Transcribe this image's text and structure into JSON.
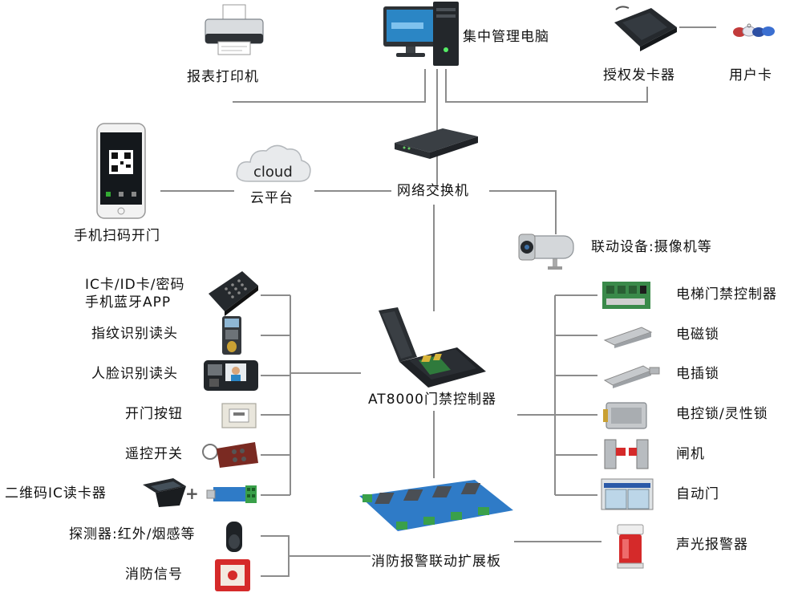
{
  "colors": {
    "line": "#8c8c8c",
    "device_dark": "#2e3236",
    "device_gray": "#b8bcc0",
    "pcb_green": "#3a8a4a",
    "alarm_red": "#d52a2a",
    "screen_blue": "#2b86c5"
  },
  "top": {
    "computer": "集中管理电脑",
    "printer": "报表打印机",
    "card_issuer": "授权发卡器",
    "user_card": "用户卡"
  },
  "network": {
    "switch": "网络交换机",
    "cloud_text": "cloud",
    "cloud_platform": "云平台",
    "phone": "手机扫码开门",
    "camera": "联动设备:摄像机等"
  },
  "left_inputs": [
    {
      "label_line1": "IC卡/ID卡/密码",
      "label_line2": "手机蓝牙APP",
      "icon": "keypad-reader-icon"
    },
    {
      "label": "指纹识别读头",
      "icon": "fingerprint-reader-icon"
    },
    {
      "label": "人脸识别读头",
      "icon": "face-reader-icon"
    },
    {
      "label": "开门按钮",
      "icon": "exit-button-icon"
    },
    {
      "label": "遥控开关",
      "icon": "remote-icon"
    },
    {
      "label": "二维码IC读卡器",
      "icon": "qr-reader-icon"
    }
  ],
  "controller": {
    "label": "AT8000门禁控制器"
  },
  "right_outputs": [
    {
      "label": "电梯门禁控制器",
      "icon": "elevator-board-icon"
    },
    {
      "label": "电磁锁",
      "icon": "magnetic-lock-icon"
    },
    {
      "label": "电插锁",
      "icon": "bolt-lock-icon"
    },
    {
      "label": "电控锁/灵性锁",
      "icon": "electric-lock-icon"
    },
    {
      "label": "闸机",
      "icon": "turnstile-icon"
    },
    {
      "label": "自动门",
      "icon": "automatic-door-icon"
    }
  ],
  "bottom": {
    "fire_board": "消防报警联动扩展板",
    "alarm": "声光报警器",
    "detector": "探测器:红外/烟感等",
    "fire_signal": "消防信号"
  }
}
